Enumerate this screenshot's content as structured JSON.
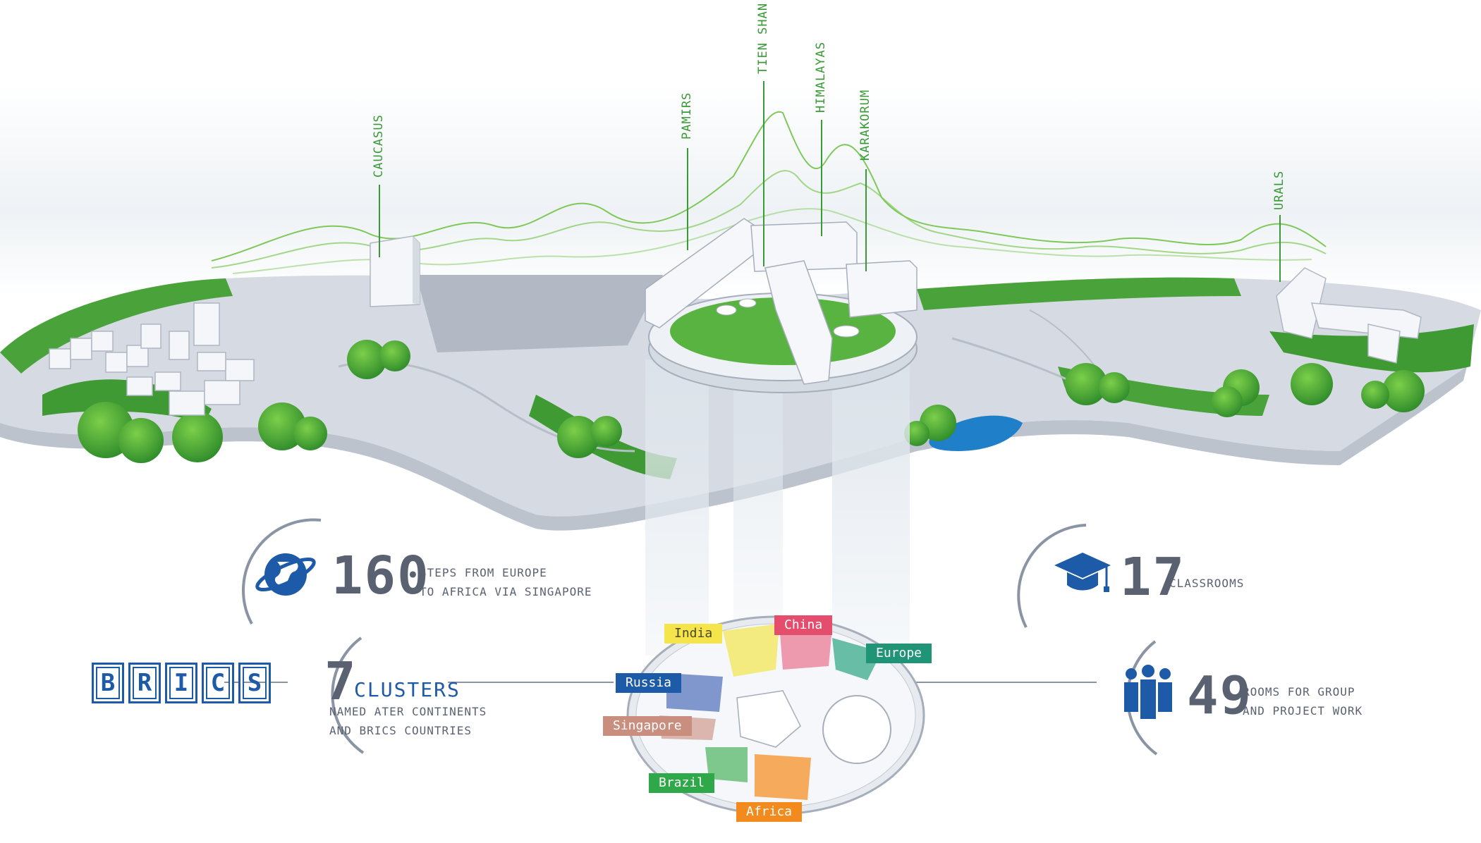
{
  "peaks": [
    {
      "label": "CAUCASUS"
    },
    {
      "label": "PAMIRS"
    },
    {
      "label": "TIEN SHAN"
    },
    {
      "label": "HIMALAYAS"
    },
    {
      "label": "KARAKORUM"
    },
    {
      "label": "URALS"
    }
  ],
  "stats": {
    "steps": {
      "number": "160",
      "line1": "STEPS FROM EUROPE",
      "line2": "TO AFRICA VIA SINGAPORE",
      "icon": "globe-icon"
    },
    "classrooms": {
      "number": "17",
      "line1": "CLASSROOMS",
      "icon": "graduation-cap-icon"
    },
    "clusters": {
      "number": "7",
      "title": "CLUSTERS",
      "line1": "NAMED ATER CONTINENTS",
      "line2": "AND BRICS COUNTRIES"
    },
    "rooms": {
      "number": "49",
      "line1": "ROOMS FOR GROUP",
      "line2": "AND PROJECT WORK",
      "icon": "group-icon"
    }
  },
  "brics_letters": [
    "B",
    "R",
    "I",
    "C",
    "S"
  ],
  "clusters": [
    {
      "name": "India",
      "color": "#f5e44a",
      "text_color": "#4a4a2a"
    },
    {
      "name": "China",
      "color": "#e44d6b",
      "text_color": "#ffffff"
    },
    {
      "name": "Europe",
      "color": "#1f9477",
      "text_color": "#ffffff"
    },
    {
      "name": "Russia",
      "color": "#1d5aa8",
      "text_color": "#ffffff"
    },
    {
      "name": "Singapore",
      "color": "#c98e7e",
      "text_color": "#ffffff"
    },
    {
      "name": "Brazil",
      "color": "#2fa84a",
      "text_color": "#ffffff"
    },
    {
      "name": "Africa",
      "color": "#f28a1e",
      "text_color": "#ffffff"
    }
  ],
  "colors": {
    "accent_blue": "#1d5aa8",
    "green": "#3a9a38",
    "text_gray": "#5a6272"
  }
}
